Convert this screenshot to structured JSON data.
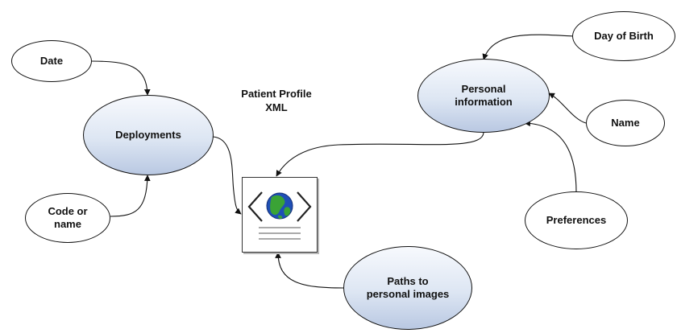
{
  "diagram": {
    "title": "Patient Profile\nXML",
    "nodes": {
      "date": "Date",
      "deployments": "Deployments",
      "code_or_name": "Code or\nname",
      "day_of_birth": "Day of Birth",
      "personal_information": "Personal\ninformation",
      "name": "Name",
      "preferences": "Preferences",
      "paths_to_personal_images": "Paths to\npersonal images"
    },
    "icon": "xml-globe-document-icon",
    "colors": {
      "line": "#111111",
      "shaded_top": "#f7f9fd",
      "shaded_bottom": "#b9c8e2",
      "globe_ocean": "#1f4fb6",
      "globe_land": "#3aa335"
    }
  }
}
